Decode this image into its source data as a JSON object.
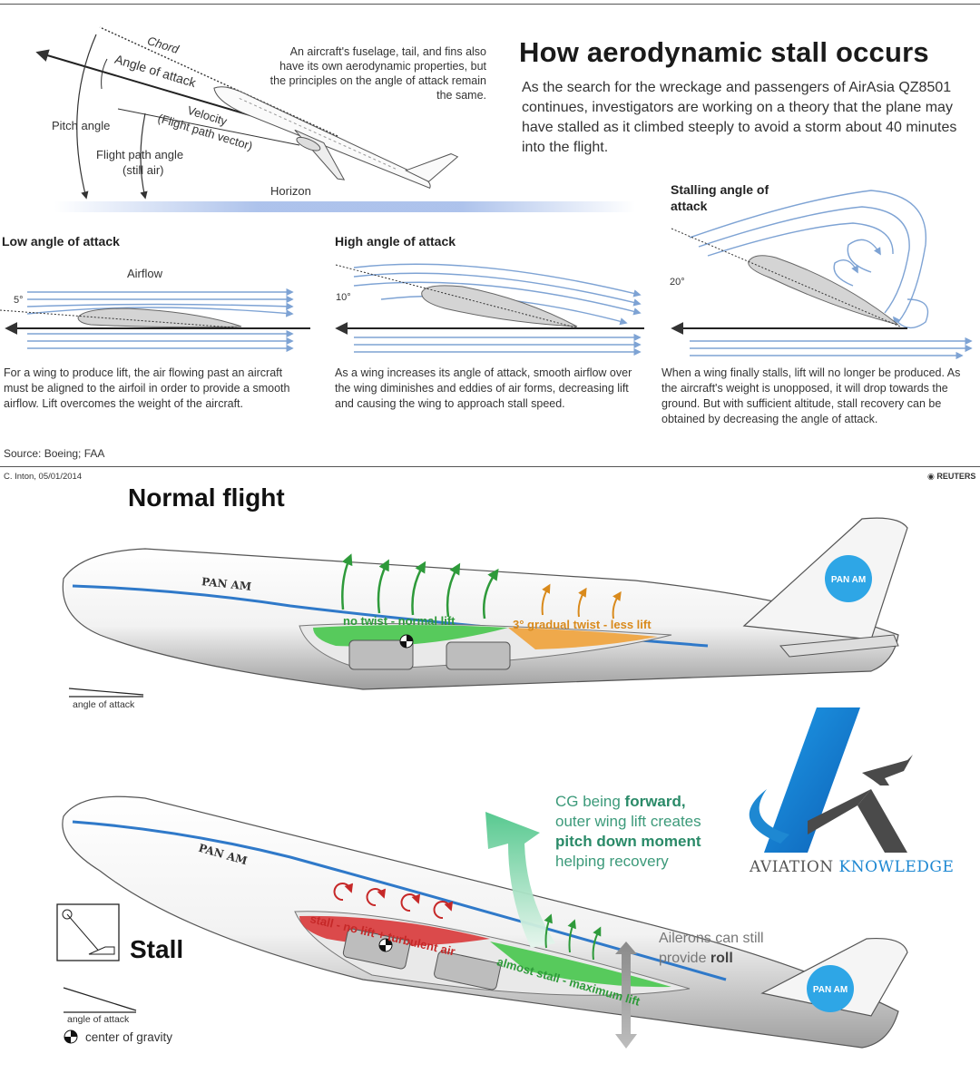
{
  "header": {
    "title": "How aerodynamic stall occurs",
    "intro": "As the search for the wreckage and passengers of AirAsia QZ8501 continues, investigators are working on a theory that the plane may have stalled as it climbed steeply to avoid a storm about 40 minutes into the flight.",
    "fuselage_note": "An aircraft's fuselage, tail, and fins also have its own aerodynamic properties, but the principles on the angle of attack remain the same."
  },
  "angle_diagram": {
    "chord": "Chord",
    "angle_of_attack": "Angle of attack",
    "velocity": "Velocity",
    "flight_path_vector": "(Flight path vector)",
    "pitch_angle": "Pitch angle",
    "flight_path_angle": "Flight path angle",
    "still_air": "(still air)",
    "horizon": "Horizon"
  },
  "panels": [
    {
      "heading": "Low angle of attack",
      "angle": "5°",
      "airflow_label": "Airflow",
      "description": "For a wing to produce lift, the air flowing past an aircraft must be aligned to the airfoil in order to provide a smooth airflow. Lift overcomes the weight of the aircraft."
    },
    {
      "heading": "High angle of attack",
      "angle": "10°",
      "description": "As a wing increases its angle of attack, smooth airflow over the wing diminishes and eddies of air forms, decreasing lift and causing the wing to approach stall speed."
    },
    {
      "heading": "Stalling angle of attack",
      "angle": "20°",
      "description": "When a wing finally stalls, lift will no longer be produced. As the aircraft's weight is unopposed, it will drop towards the ground. But with sufficient altitude, stall recovery can be obtained by decreasing the angle of attack."
    }
  ],
  "footer": {
    "source": "Source: Boeing; FAA",
    "credit": "C. Inton, 05/01/2014",
    "agency": "REUTERS"
  },
  "normal_flight": {
    "title": "Normal flight",
    "airline": "PAN AM",
    "inner_wing": "no twist - normal lift",
    "outer_wing": "3° gradual twist - less lift",
    "angle_label": "angle of attack"
  },
  "stall": {
    "title": "Stall",
    "airline": "PAN AM",
    "inner_wing": "stall - no lift + turbulent air",
    "outer_wing": "almost stall - maximum lift",
    "cg_line1": "CG being ",
    "cg_bold1": "forward,",
    "cg_line2": "outer wing lift creates",
    "cg_bold2": "pitch down moment",
    "cg_line3": "helping recovery",
    "ailerons_line1": "Ailerons can still",
    "ailerons_line2": "provide ",
    "ailerons_bold": "roll",
    "angle_label": "angle of attack",
    "cg_legend": "center of gravity"
  },
  "logo": {
    "word1": "AVIATION",
    "word2": "KNOWLEDGE"
  },
  "colors": {
    "accent_blue": "#1e88d2",
    "lift_green": "#2e9a3a",
    "less_lift_orange": "#d98a1c",
    "stall_red": "#c62828",
    "airflow_blue": "#7ea3d4"
  }
}
